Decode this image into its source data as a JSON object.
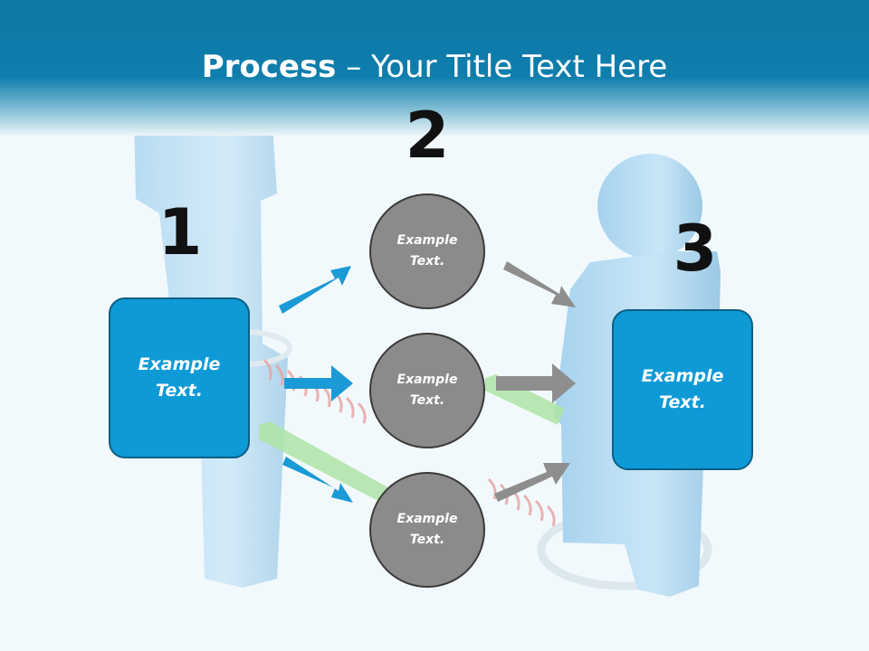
{
  "title": {
    "bold": "Process",
    "rest": " – Your Title Text Here"
  },
  "steps": [
    {
      "number": "1",
      "text": "Example Text."
    },
    {
      "number": "2"
    },
    {
      "number": "3",
      "text": "Example Text."
    }
  ],
  "circles": [
    {
      "text": "Example Text."
    },
    {
      "text": "Example Text."
    },
    {
      "text": "Example Text."
    }
  ],
  "colors": {
    "header": "#0f7eac",
    "box": "#0e9ad6",
    "circle": "#8b8b8b",
    "arrow_blue": "#1a9ad6",
    "arrow_gray": "#8e8e8e"
  }
}
